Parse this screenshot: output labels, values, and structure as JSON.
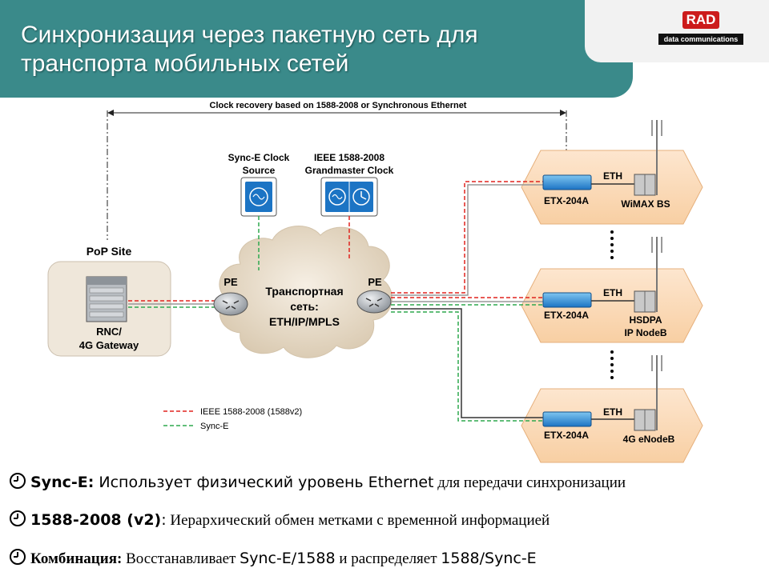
{
  "title": {
    "line1": "Синхронизация через пакетную сеть для",
    "line2": "транспорта мобильных сетей"
  },
  "logo": {
    "brand": "RAD",
    "tagline": "data communications"
  },
  "diagram": {
    "clock_recovery_label": "Clock recovery based on 1588-2008 or Synchronous Ethernet",
    "synce_source_label": [
      "Sync-E Clock",
      "Source"
    ],
    "grandmaster_label": [
      "IEEE 1588-2008",
      "Grandmaster Clock"
    ],
    "pop_site_label": "PoP Site",
    "rnc_label": [
      "RNC/",
      "4G Gateway"
    ],
    "pe_label": "PE",
    "cloud_label": [
      "Транспортная",
      "сеть:",
      "ETH/IP/MPLS"
    ],
    "sites": [
      {
        "device": "ETX-204A",
        "link": "ETH",
        "station": [
          "WiMAX BS"
        ]
      },
      {
        "device": "ETX-204A",
        "link": "ETH",
        "station": [
          "HSDPA",
          "IP NodeB"
        ]
      },
      {
        "device": "ETX-204A",
        "link": "ETH",
        "station": [
          "4G eNodeB"
        ]
      }
    ],
    "legend": [
      {
        "label": "IEEE 1588-2008 (1588v2)",
        "color": "#e0241f"
      },
      {
        "label": "Sync-E",
        "color": "#2fa84f"
      }
    ]
  },
  "bullets": [
    {
      "key": "Sync-E:",
      "text": " Использует физический уровень ",
      "mid": "Ethernet",
      "tail": " для передачи синхронизации"
    },
    {
      "key": "1588-2008 (v2)",
      "sep": ":",
      "text": "  Иерархический обмен метками с временной информацией"
    },
    {
      "key": "Комбинация:",
      "text": " Восстанавливает ",
      "mid": "Sync-E/1588",
      "tail": " и распределяет ",
      "end": "1588/Sync-E"
    }
  ]
}
